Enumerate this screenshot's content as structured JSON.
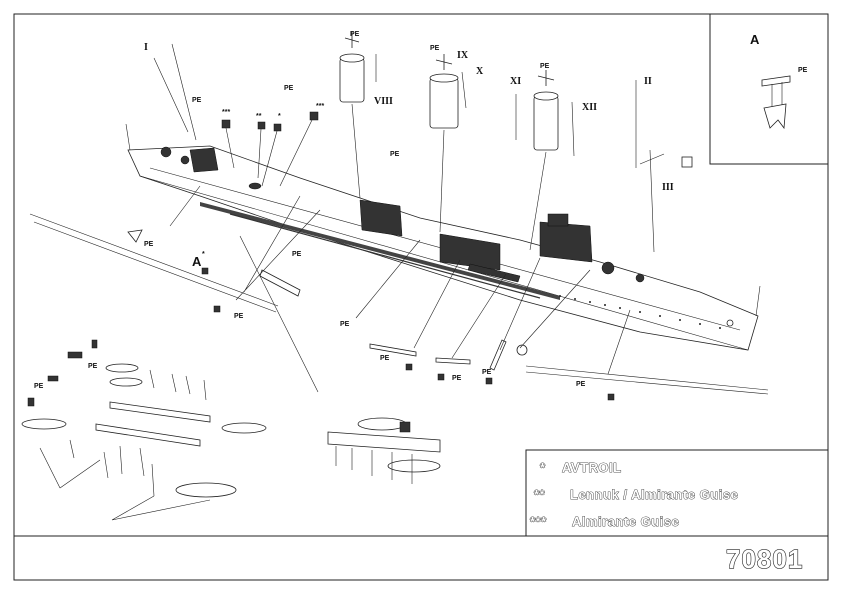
{
  "sheet": {
    "product_code": "70801",
    "inset_label": "A"
  },
  "legend": {
    "rows": [
      {
        "mark": "*",
        "text": "AVTROIL"
      },
      {
        "mark": "**",
        "text": "Lennuk / Almirante Guise"
      },
      {
        "mark": "***",
        "text": "Almirante Guise"
      }
    ]
  },
  "labels": {
    "pe": "PE",
    "a": "A",
    "star1": "*",
    "star2": "**",
    "star3": "***",
    "roman": {
      "I": "I",
      "II": "II",
      "III": "III",
      "VIII": "VIII",
      "IX": "IX",
      "X": "X",
      "XI": "XI",
      "XII": "XII"
    }
  }
}
